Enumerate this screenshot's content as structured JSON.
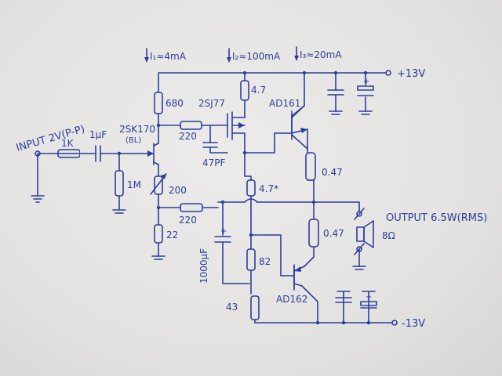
{
  "currents": {
    "i1": "I₁≈4mA",
    "i2": "I₂≈100mA",
    "i3": "I₃≈20mA"
  },
  "rails": {
    "positive": "+13V",
    "negative": "-13V"
  },
  "input": {
    "label": "INPUT 2V(P-P)",
    "series_resistor": "1K",
    "coupling_cap": "1μF",
    "bias_resistor": "1M"
  },
  "jfet": {
    "part": "2SK170",
    "grade": "(BL)",
    "drain_resistor": "680",
    "source_pot": "200",
    "source_resistor": "22"
  },
  "mosfet": {
    "part": "2SJ77",
    "gate_resistor": "220",
    "gate_cap": "47PF",
    "drain_resistor": "4.7",
    "source_resistor": "4.7*"
  },
  "feedback_resistor": "220",
  "output_stage": {
    "upper_transistor": "AD161",
    "lower_transistor": "AD162",
    "upper_emitter_resistor": "0.47",
    "lower_emitter_resistor": "0.47",
    "bias_resistor_82": "82",
    "bias_resistor_43": "43",
    "bootstrap_cap": "1000μF"
  },
  "output": {
    "label": "OUTPUT 6.5W(RMS)",
    "speaker_impedance": "8Ω"
  }
}
